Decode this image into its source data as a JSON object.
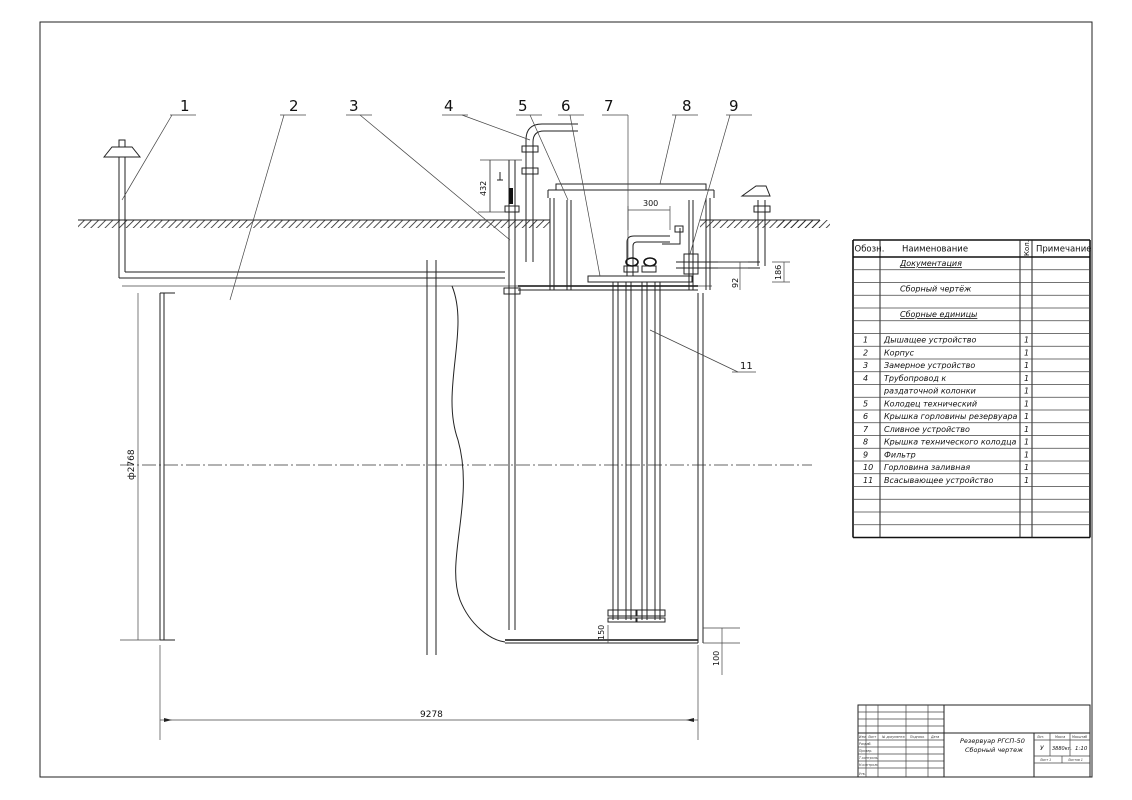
{
  "leaders": [
    {
      "num": "1"
    },
    {
      "num": "2"
    },
    {
      "num": "3"
    },
    {
      "num": "4"
    },
    {
      "num": "5"
    },
    {
      "num": "6"
    },
    {
      "num": "7"
    },
    {
      "num": "8"
    },
    {
      "num": "9"
    },
    {
      "num": "11"
    }
  ],
  "dimensions": {
    "d432": "432",
    "d300": "300",
    "d92": "92",
    "d186": "186",
    "d150": "150",
    "d100": "100",
    "diameter": "ф2768",
    "length": "9278"
  },
  "spec_table": {
    "headers": {
      "code": "Обозн.",
      "name": "Наименование",
      "qty": "Кол.",
      "note": "Примечание"
    },
    "rows": [
      {
        "num": "",
        "name": "Документация",
        "qty": "",
        "underline": true
      },
      {
        "num": "",
        "name": "",
        "qty": ""
      },
      {
        "num": "",
        "name": "Сборный чертёж",
        "qty": ""
      },
      {
        "num": "",
        "name": "",
        "qty": ""
      },
      {
        "num": "",
        "name": "Сборные единицы",
        "qty": "",
        "underline": true
      },
      {
        "num": "",
        "name": "",
        "qty": ""
      },
      {
        "num": "1",
        "name": "Дышащее устройство",
        "qty": "1"
      },
      {
        "num": "2",
        "name": "Корпус",
        "qty": "1"
      },
      {
        "num": "3",
        "name": "Замерное устройство",
        "qty": "1"
      },
      {
        "num": "4",
        "name": "Трубопровод к",
        "qty": "1"
      },
      {
        "num": "",
        "name": "раздаточной колонки",
        "qty": "1"
      },
      {
        "num": "5",
        "name": "Колодец технический",
        "qty": "1"
      },
      {
        "num": "6",
        "name": "Крышка горловины резервуара",
        "qty": "1"
      },
      {
        "num": "7",
        "name": "Сливное устройство",
        "qty": "1"
      },
      {
        "num": "8",
        "name": "Крышка технического колодца",
        "qty": "1"
      },
      {
        "num": "9",
        "name": "Фильтр",
        "qty": "1"
      },
      {
        "num": "10",
        "name": "Горловина заливная",
        "qty": "1"
      },
      {
        "num": "11",
        "name": "Всасывающее устройство",
        "qty": "1"
      },
      {
        "num": "",
        "name": "",
        "qty": ""
      },
      {
        "num": "",
        "name": "",
        "qty": ""
      },
      {
        "num": "",
        "name": "",
        "qty": ""
      },
      {
        "num": "",
        "name": "",
        "qty": ""
      }
    ]
  },
  "title_block": {
    "title_line1": "Резервуар РГСП-50",
    "title_line2": "Сборный чертеж",
    "lit_label": "Лит.",
    "mass_label": "Масса",
    "scale_label": "Масштаб",
    "lit_value": "У",
    "mass_value": "3880кг.",
    "scale_value": "1:10",
    "sheet_label": "Лист 1",
    "sheets_label": "Листов 1",
    "col_izm": "Изм.",
    "col_list": "Лист",
    "col_doc": "№ документа",
    "col_sign": "Подпись",
    "col_date": "Дата",
    "row_razrab": "Разраб.",
    "row_prov": "Провер.",
    "row_tkontr": "Т.контроль",
    "row_nkontr": "Н.контроль",
    "row_utv": "Утв."
  }
}
